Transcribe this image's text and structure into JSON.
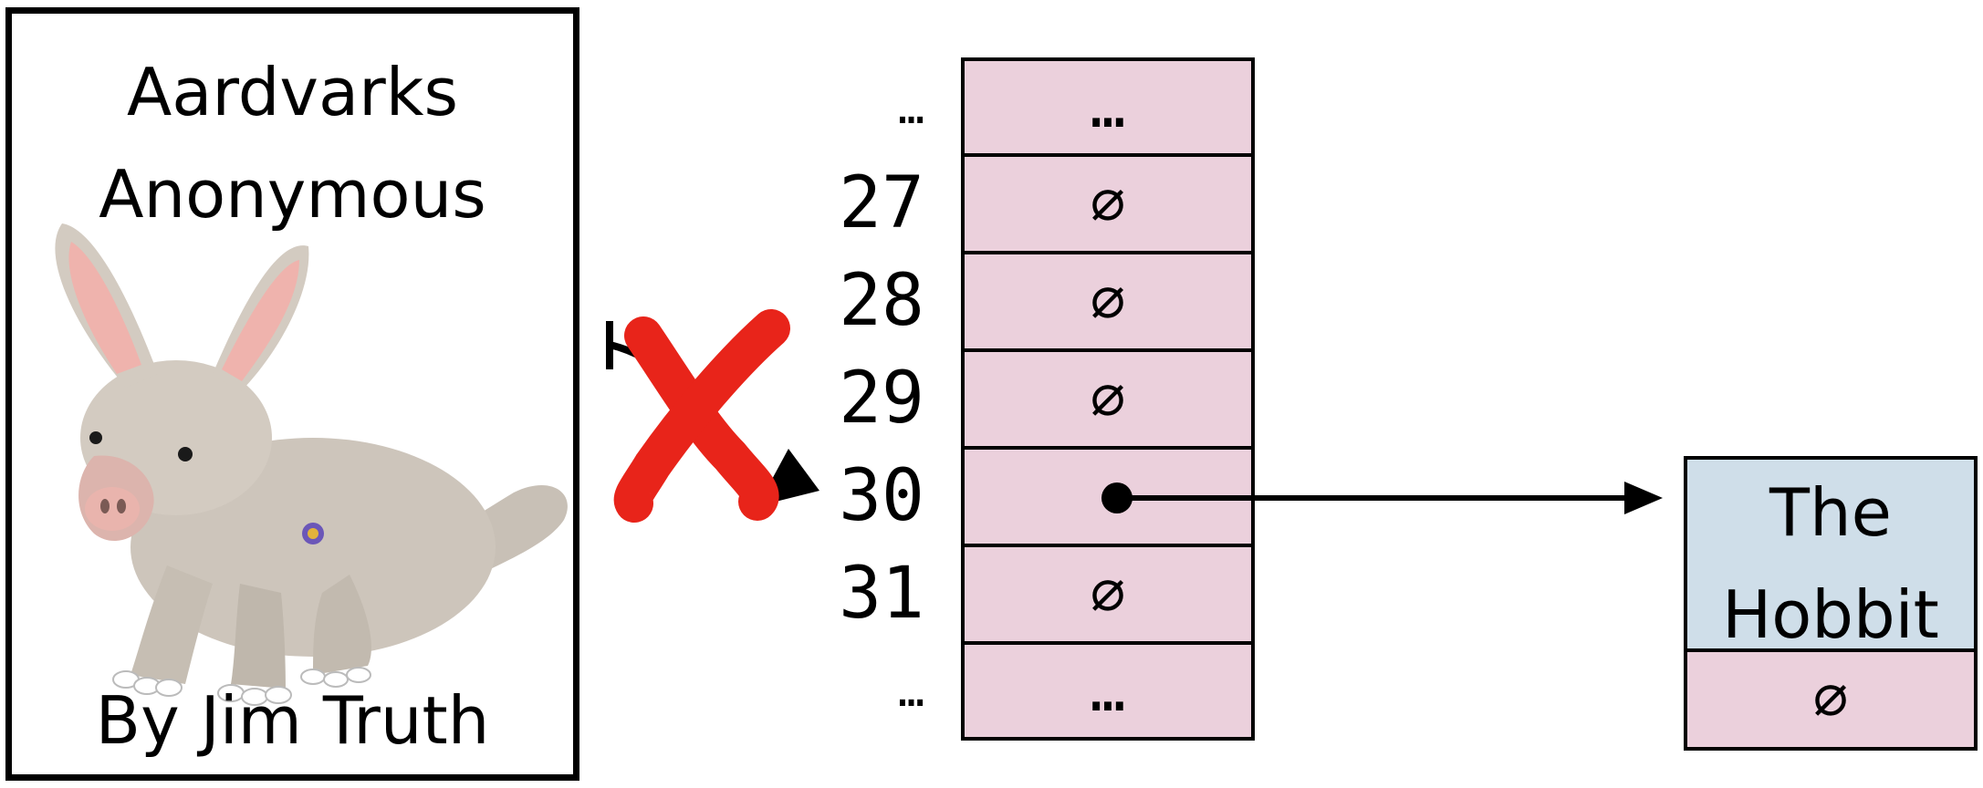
{
  "book": {
    "title_line1": "Aardvarks",
    "title_line2": "Anonymous",
    "author": "By Jim Truth",
    "image_icon": "plush-aardvark-illustration"
  },
  "array": {
    "cells": [
      {
        "index": "…",
        "value": "…"
      },
      {
        "index": "27",
        "value": "∅"
      },
      {
        "index": "28",
        "value": "∅"
      },
      {
        "index": "29",
        "value": "∅"
      },
      {
        "index": "30",
        "value": ""
      },
      {
        "index": "31",
        "value": "∅"
      },
      {
        "index": "…",
        "value": "…"
      }
    ]
  },
  "node": {
    "title_line1": "The",
    "title_line2": "Hobbit",
    "next": "∅"
  },
  "colors": {
    "cell_fill": "#ebd0dc",
    "node_title_fill": "#cfdee9",
    "cross_red": "#e8241a"
  },
  "icons": {
    "cross": "red-x-cross-icon",
    "arrow": "arrow-icon",
    "pointer_dot": "pointer-dot-icon"
  }
}
